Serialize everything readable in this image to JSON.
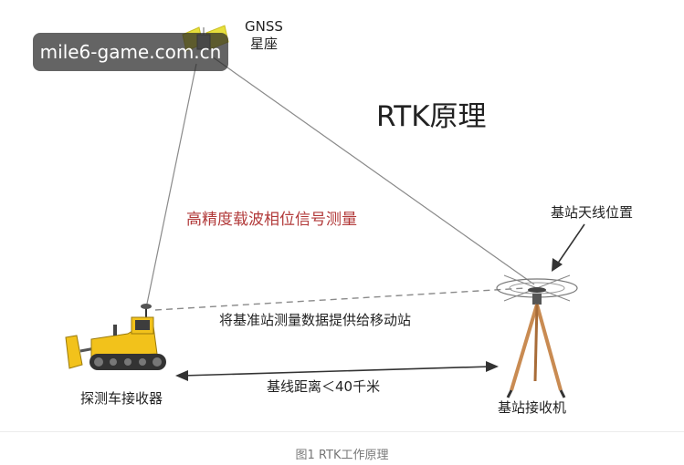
{
  "watermark": "mile6-game.com.cn",
  "title": "RTK原理",
  "gnss": {
    "line1": "GNSS",
    "line2": "星座"
  },
  "carrier_measurement": "高精度载波相位信号测量",
  "antenna_position": "基站天线位置",
  "data_link": "将基准站测量数据提供给移动站",
  "rover_receiver": "探测车接收器",
  "baseline": "基线距离＜40千米",
  "base_receiver": "基站接收机",
  "caption": "图1 RTK工作原理",
  "colors": {
    "carrier_text": "#b23a3a",
    "line": "#8a8a8a",
    "bulldozer_body": "#f2c21b",
    "track": "#333333",
    "satellite_panel": "#e7df3c"
  }
}
